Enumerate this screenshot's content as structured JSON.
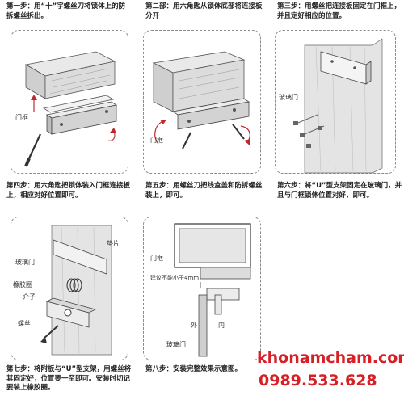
{
  "steps": [
    {
      "title": "第一步：用“十”字螺丝刀将锁体上的防拆螺丝拆出。"
    },
    {
      "title": "第二部：用六角匙从锁体底部将连接板分开"
    },
    {
      "title": "第三步：用螺丝把连接板固定在门框上，并且定好相应的位置。"
    },
    {
      "title": "第四步：用六角匙把锁体装入门框连接板上，相应对好位置即可。"
    },
    {
      "title": "第五步：用螺丝刀把线盒盖和防拆螺丝装上，即可。"
    },
    {
      "title": "第六步：将“U”型支架固定在玻璃门，并且与门框锁体位置对好，即可。"
    },
    {
      "title": "第七步：将附板与“U”型支架，用螺丝将其固定好，位置要一至即可。安装时切记要装上橡胶圈。"
    },
    {
      "title": "第八步：安装完整效果示意图。"
    }
  ],
  "labels": {
    "door_frame_1": "门框",
    "door_frame_2": "门框",
    "glass_door_3": "玻璃门",
    "shim_7": "垫片",
    "glass_door_7": "玻璃门",
    "rubber_ring_7": "橡胶圈",
    "spacer_7": "介子",
    "screw_7": "螺丝",
    "door_frame_8": "门框",
    "gap_note_8": "建议不能小于4mm",
    "outside_8": "外",
    "inside_8": "内",
    "glass_door_8": "玻璃门"
  },
  "brand": {
    "site": "khonamcham.com",
    "phone": "0989.533.628",
    "color": "#d61f26"
  }
}
